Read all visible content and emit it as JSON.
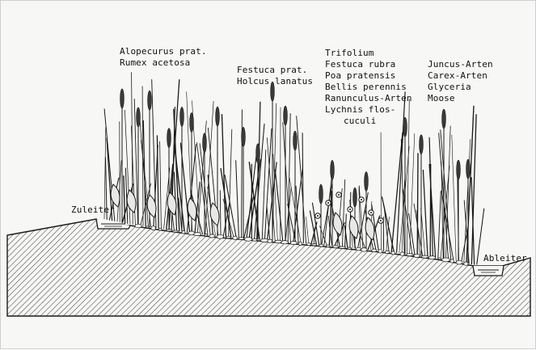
{
  "labels": {
    "group_1": [
      "Alopecurus prat.",
      "Rumex acetosa"
    ],
    "group_2": [
      "Festuca prat.",
      "Holcus lanatus"
    ],
    "group_3": [
      "Trifolium",
      "Festuca rubra",
      "Poa pratensis",
      "Bellis perennis",
      "Ranunculus-Arten",
      "Lychnis flos-",
      "cuculi"
    ],
    "group_4": [
      "Juncus-Arten",
      "Carex-Arten",
      "Glyceria",
      "Moose"
    ],
    "inlet": "Zuleiter",
    "outlet": "Ableiter"
  },
  "colors": {
    "ink": "#1a1a1a",
    "hatch": "#444444",
    "background": "#f7f7f5"
  }
}
